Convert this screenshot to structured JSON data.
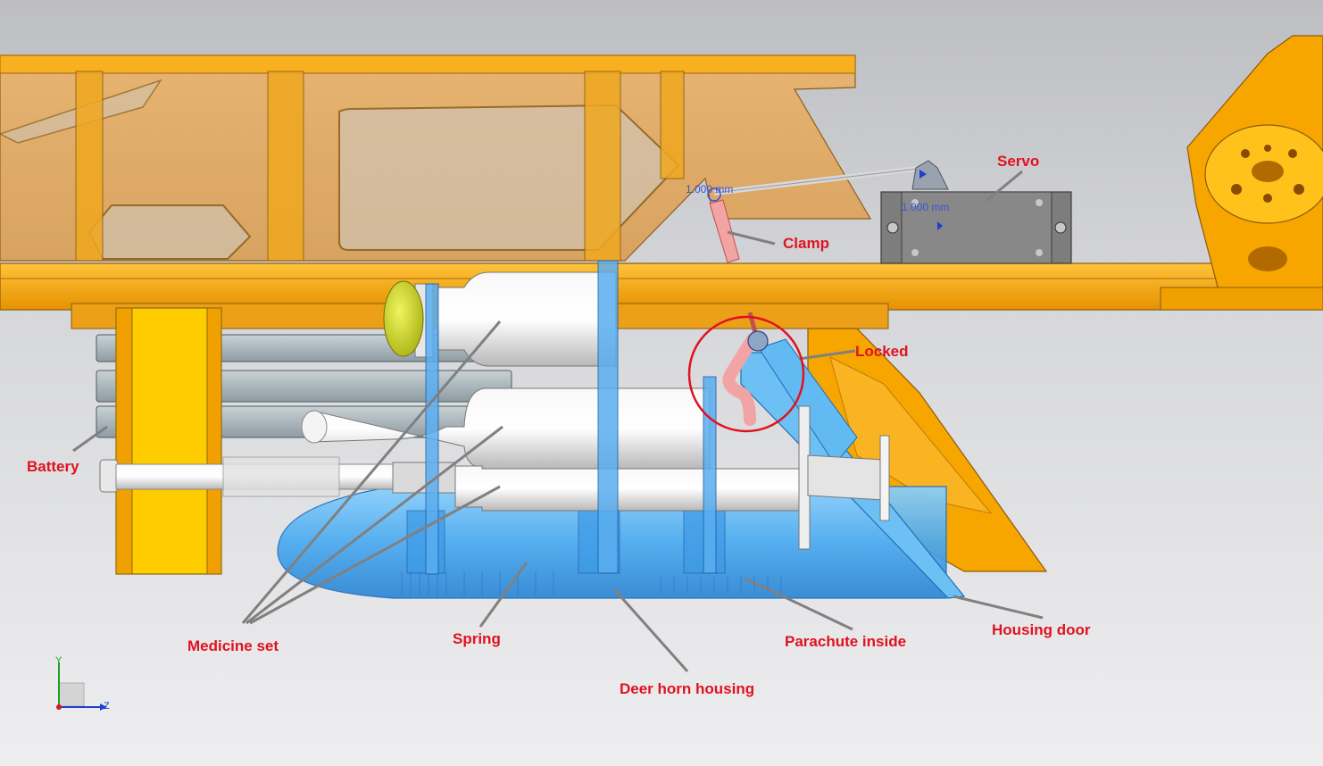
{
  "labels": {
    "servo": "Servo",
    "clamp": "Clamp",
    "locked": "Locked",
    "battery": "Battery",
    "medicine_set": "Medicine set",
    "spring": "Spring",
    "deer_horn_housing": "Deer horn housing",
    "parachute_inside": "Parachute inside",
    "housing_door": "Housing door"
  },
  "dimensions": {
    "clamp_dim": "1.000 mm",
    "servo_dim": "1.000 mm"
  },
  "axes": {
    "y": "Y",
    "z": "Z"
  },
  "colors": {
    "frame_orange": "#f7a600",
    "label_red": "#e0121f",
    "housing_blue": "#5ab4f0",
    "servo_gray": "#7d7d7d",
    "clamp_pink": "#f2a3a3",
    "cap_yellow": "#d8e020"
  }
}
